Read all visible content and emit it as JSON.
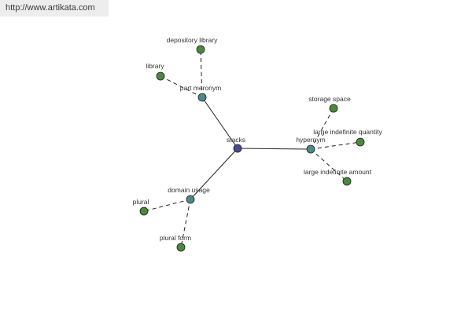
{
  "source_url": "http://www.artikata.com",
  "graph": {
    "center": {
      "label": "stacks",
      "color": "#4a4a8e"
    },
    "relations": [
      {
        "label": "part meronym",
        "color": "#4a8a8a",
        "link": "solid"
      },
      {
        "label": "hypernym",
        "color": "#4a8a8a",
        "link": "solid"
      },
      {
        "label": "domain usage",
        "color": "#4a8a8a",
        "link": "solid"
      }
    ],
    "leaves": [
      {
        "label": "depository library",
        "parent": "part meronym",
        "color": "#4a8a3e"
      },
      {
        "label": "library",
        "parent": "part meronym",
        "color": "#4a8a3e"
      },
      {
        "label": "storage space",
        "parent": "hypernym",
        "color": "#4a8a3e"
      },
      {
        "label": "large indefinite quantity",
        "parent": "hypernym",
        "color": "#4a8a3e"
      },
      {
        "label": "large indefinite amount",
        "parent": "hypernym",
        "color": "#4a8a3e"
      },
      {
        "label": "plural",
        "parent": "domain usage",
        "color": "#4a8a3e"
      },
      {
        "label": "plural form",
        "parent": "domain usage",
        "color": "#4a8a3e"
      }
    ]
  }
}
